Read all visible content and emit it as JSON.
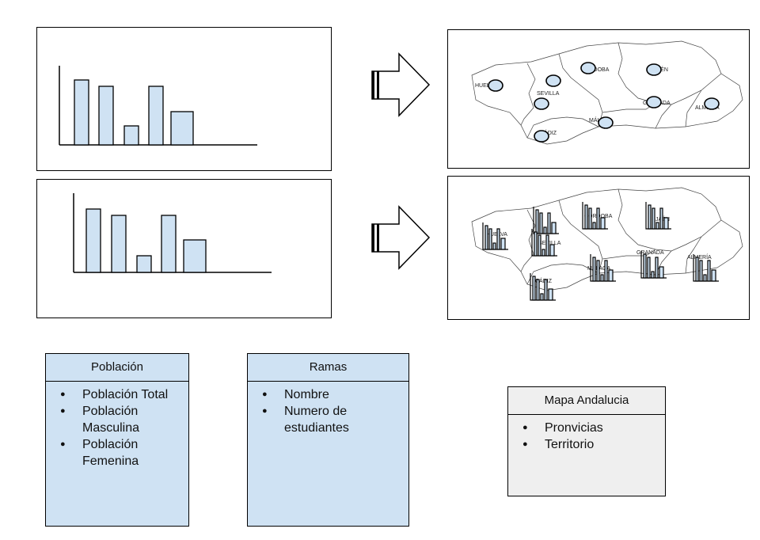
{
  "map_labels": {
    "huelva": "HUELVA",
    "sevilla": "SEVILLA",
    "cordoba": "CÓRDOBA",
    "jaen": "JAÉN",
    "granada": "GRANADA",
    "almeria": "ALMERÍA",
    "malaga": "MÁLAGA",
    "cadiz": "CÁDIZ"
  },
  "cards": {
    "poblacion": {
      "title": "Población",
      "items": [
        "Población Total",
        "Población Masculina",
        "Población Femenina"
      ]
    },
    "ramas": {
      "title": "Ramas",
      "items": [
        "Nombre",
        "Numero de estudiantes"
      ]
    },
    "mapa": {
      "title": "Mapa Andalucia",
      "items": [
        "Pronvicias",
        "Territorio"
      ]
    }
  },
  "colors": {
    "bar_fill": "#cfe2f3",
    "card_blue": "#cfe2f3",
    "card_grey": "#efefef",
    "marker_fill": "#cfe2f3"
  }
}
